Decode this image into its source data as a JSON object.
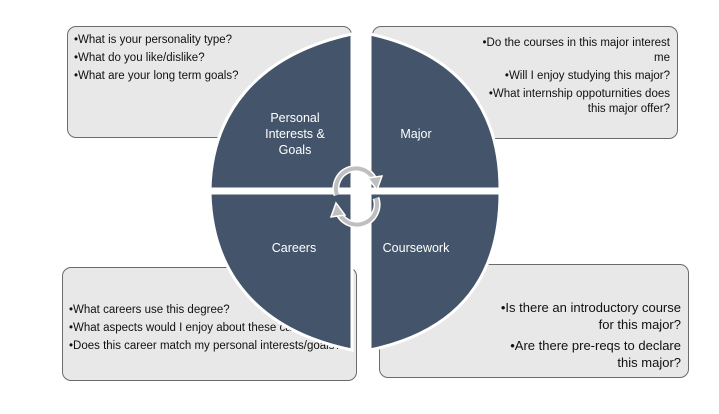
{
  "colors": {
    "segment": "#44546a",
    "box_fill": "#e8e8e8",
    "box_border": "#6b6b6b",
    "cycle_arrows": "#bfbfbf"
  },
  "icons": {
    "center": "cycle-arrows-icon"
  },
  "segments": {
    "top_left": {
      "label": "Personal Interests & Goals",
      "lines": [
        "Personal",
        "Interests &",
        "Goals"
      ]
    },
    "top_right": {
      "label": "Major"
    },
    "bottom_left": {
      "label": "Careers"
    },
    "bottom_right": {
      "label": "Coursework"
    }
  },
  "boxes": {
    "top_left": {
      "items": [
        "What is your personality type?",
        "What do you like/dislike?",
        "What are your long term goals?"
      ]
    },
    "top_right": {
      "items": [
        "Do the courses in this major interest me",
        "Will I enjoy studying this major?",
        "What internship oppoturnities does this major offer?"
      ]
    },
    "bottom_left": {
      "items": [
        "What careers use this degree?",
        "What aspects would I enjoy about these careers?",
        "Does this career match  my personal interests/goals?"
      ]
    },
    "bottom_right": {
      "items": [
        "Is there an introductory course for this major?",
        "Are there pre-reqs to declare this major?"
      ]
    }
  }
}
